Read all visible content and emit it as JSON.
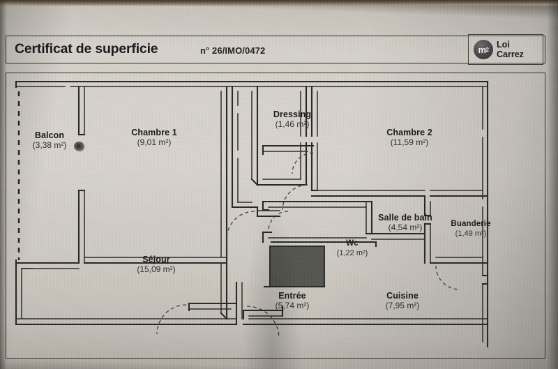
{
  "document": {
    "title": "Certificat de superficie",
    "reference": "n° 26/IMO/0472",
    "logo": {
      "symbol": "m",
      "superscript": "2",
      "line1": "Loi",
      "line2": "Carrez"
    }
  },
  "floor_plan": {
    "rooms": [
      {
        "name": "Balcon",
        "area": "(3,38 m²)"
      },
      {
        "name": "Chambre 1",
        "area": "(9,01 m²)"
      },
      {
        "name": "Dressing",
        "area": "(1,46 m²)"
      },
      {
        "name": "Chambre 2",
        "area": "(11,59 m²)"
      },
      {
        "name": "Salle de bain",
        "area": "(4,54 m²)"
      },
      {
        "name": "Buanderie",
        "area": "(1,49 m²)"
      },
      {
        "name": "Séjour",
        "area": "(15,09 m²)"
      },
      {
        "name": "Wc",
        "area": "(1,22 m²)"
      },
      {
        "name": "Entrée",
        "area": "(5,74 m²)"
      },
      {
        "name": "Cuisine",
        "area": "(7,95 m²)"
      }
    ]
  },
  "colors": {
    "ink": "#16161a",
    "wall": "#2a2a2a",
    "paper": "#d6d2ca",
    "fill_block": "#54544e"
  }
}
